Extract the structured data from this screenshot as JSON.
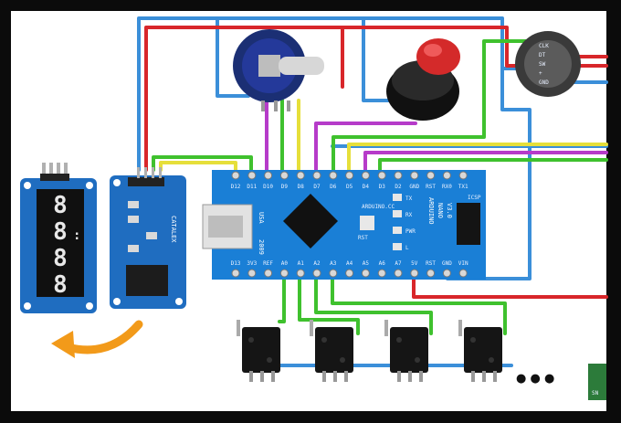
{
  "colors": {
    "background": "#0b0b0b",
    "canvas": "#ffffff",
    "board": "#1a7fd6",
    "wire_blue": "#3b8fd9",
    "wire_red": "#d8262a",
    "wire_green": "#3fc12e",
    "wire_yellow": "#e6df3a",
    "wire_purple": "#b63bc9",
    "arrow": "#f29a1a"
  },
  "arduino": {
    "top_pins": [
      "D12",
      "D11",
      "D10",
      "D9",
      "D8",
      "D7",
      "D6",
      "D5",
      "D4",
      "D3",
      "D2",
      "GND",
      "RST",
      "RX0",
      "TX1"
    ],
    "bottom_pins": [
      "D13",
      "3V3",
      "REF",
      "A0",
      "A1",
      "A2",
      "A3",
      "A4",
      "A5",
      "A6",
      "A7",
      "5V",
      "RST",
      "GND",
      "VIN"
    ],
    "brand": "ARDUINO.CC",
    "model_lines": [
      "ARDUINO",
      "NANO",
      "V3.0"
    ],
    "usa": "USA",
    "year": "2009",
    "icsp": "ICSP",
    "rst_button_label": "RST",
    "led_labels": [
      "TX",
      "RX",
      "PWR",
      "L"
    ]
  },
  "display_module": {
    "digits": [
      "8",
      "8",
      "8",
      "8"
    ],
    "colon": ":"
  },
  "driver_module": {
    "brand": "CATALEX"
  },
  "encoder": {
    "pins": [
      "CLK",
      "DT",
      "SW",
      "+",
      "GND"
    ]
  },
  "ellipsis": "● ● ●",
  "corner_label": "SN"
}
